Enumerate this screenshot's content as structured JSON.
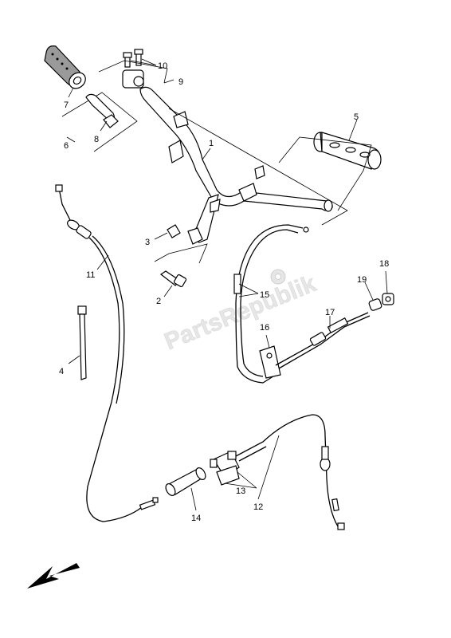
{
  "watermark": "PartsRepublik",
  "callouts": {
    "c1": "1",
    "c2": "2",
    "c3": "3",
    "c4": "4",
    "c5": "5",
    "c6": "6",
    "c7": "7",
    "c8": "8",
    "c9": "9",
    "c10": "10",
    "c11": "11",
    "c12": "12",
    "c13": "13",
    "c14": "14",
    "c15": "15",
    "c16": "16",
    "c17": "17",
    "c18": "18",
    "c19": "19"
  }
}
